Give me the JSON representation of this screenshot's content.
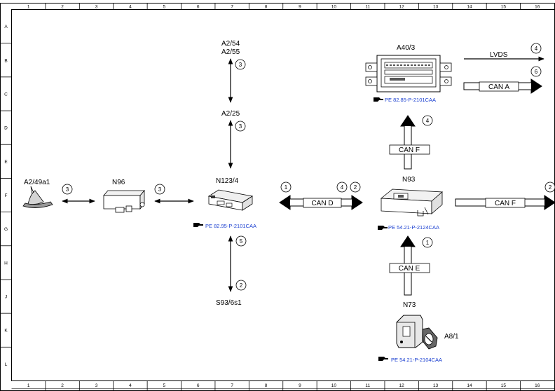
{
  "grid": {
    "columns": [
      "1",
      "2",
      "3",
      "4",
      "5",
      "6",
      "7",
      "8",
      "9",
      "10",
      "11",
      "12",
      "13",
      "14",
      "15",
      "16"
    ],
    "rows": [
      "A",
      "B",
      "C",
      "D",
      "E",
      "F",
      "G",
      "H",
      "J",
      "K",
      "L"
    ]
  },
  "components": {
    "a2_49a1": "A2/49a1",
    "n96": "N96",
    "n123_4": "N123/4",
    "a2_54": "A2/54",
    "a2_55": "A2/55",
    "a2_25": "A2/25",
    "s93_6s1": "S93/6s1",
    "n93": "N93",
    "a40_3": "A40/3",
    "n73": "N73",
    "a8_1": "A8/1"
  },
  "references": {
    "n123_4": "PE 82.95-P-2101CAA",
    "a40_3": "PE 82.85-P-2101CAA",
    "n93": "PE 54.21-P-2124CAA",
    "n73": "PE 54.21-P-2104CAA"
  },
  "buses": {
    "can_d": "CAN D",
    "can_f_up": "CAN F",
    "can_f_right": "CAN F",
    "can_e": "CAN E",
    "can_a": "CAN A",
    "lvds": "LVDS"
  },
  "markers": {
    "antenna_n96": "3",
    "n96_n123": "3",
    "a2_54_a2_25": "3",
    "a2_25_n123": "3",
    "n123_s93_upper": "5",
    "n123_s93_lower": "2",
    "can_d_left": "1",
    "can_d_right_a": "4",
    "can_d_right_b": "2",
    "can_e": "1",
    "can_f_up": "4",
    "lvds": "4",
    "can_a": "6",
    "can_f_right": "2"
  }
}
